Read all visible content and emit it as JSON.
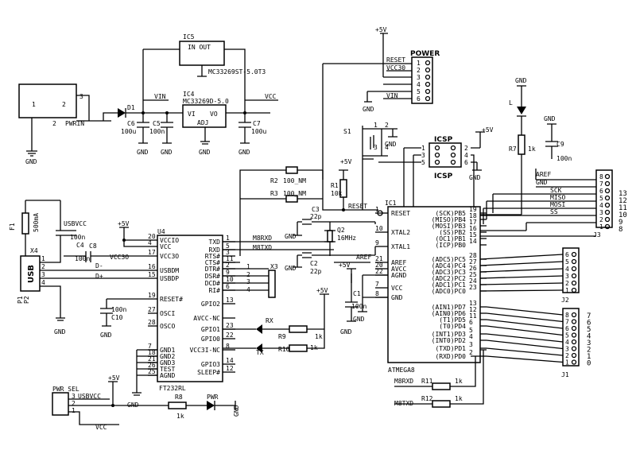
{
  "power_section": {
    "ic5": {
      "ref": "IC5",
      "pins": "IN OUT",
      "part": "MC33269ST-5.0T3"
    },
    "ic4": {
      "ref": "IC4",
      "part": "MC33269D-5.0",
      "vi": "VI",
      "vo": "VO",
      "adj": "ADJ"
    },
    "vin_label": "VIN",
    "vcc_label": "VCC",
    "d1": "D1",
    "pwrin": "PWRIN",
    "c6": {
      "ref": "C6",
      "value": "100u"
    },
    "c5": {
      "ref": "C5",
      "value": "100n"
    },
    "c7": {
      "ref": "C7",
      "value": "100u"
    },
    "jack_pins": [
      "1",
      "2",
      "3"
    ]
  },
  "power_header": {
    "title": "POWER",
    "labels": [
      "RESET",
      "VCC30",
      "",
      "",
      "",
      "VIN"
    ],
    "pins": [
      "1",
      "2",
      "3",
      "4",
      "5",
      "6"
    ],
    "supply": "+5V"
  },
  "ic1": {
    "ref": "IC1",
    "part": "ATMEGA8",
    "left_pins": [
      {
        "num": "1",
        "name": "RESET"
      },
      {
        "num": "10",
        "name": "XTAL2"
      },
      {
        "num": "9",
        "name": "XTAL1"
      },
      {
        "num": "21",
        "name": "AREF"
      },
      {
        "num": "20",
        "name": "AVCC"
      },
      {
        "num": "22",
        "name": "AGND"
      },
      {
        "num": "7",
        "name": "VCC"
      },
      {
        "num": "8",
        "name": "GND"
      }
    ],
    "right_pins": [
      {
        "num": "19",
        "name": "(SCK)PB5"
      },
      {
        "num": "18",
        "name": "(MISO)PB4"
      },
      {
        "num": "17",
        "name": "(MOSI)PB3"
      },
      {
        "num": "16",
        "name": "(SS)PB2"
      },
      {
        "num": "15",
        "name": "(OC1)PB1"
      },
      {
        "num": "14",
        "name": "(ICP)PB0"
      },
      {
        "num": "28",
        "name": "(ADC5)PC5"
      },
      {
        "num": "27",
        "name": "(ADC4)PC4"
      },
      {
        "num": "26",
        "name": "(ADC3)PC3"
      },
      {
        "num": "25",
        "name": "(ADC2)PC2"
      },
      {
        "num": "24",
        "name": "(ADC1)PC1"
      },
      {
        "num": "23",
        "name": "(ADC0)PC0"
      },
      {
        "num": "13",
        "name": "(AIN1)PD7"
      },
      {
        "num": "12",
        "name": "(AIN0)PD6"
      },
      {
        "num": "11",
        "name": "(T1)PD5"
      },
      {
        "num": "6",
        "name": "(T0)PD4"
      },
      {
        "num": "5",
        "name": "(INT1)PD3"
      },
      {
        "num": "4",
        "name": "(INT0)PD2"
      },
      {
        "num": "3",
        "name": "(TXD)PD1"
      },
      {
        "num": "2",
        "name": "(RXD)PD0"
      }
    ]
  },
  "u4": {
    "ref": "U4",
    "part": "FT232RL",
    "left_pins": [
      {
        "num": "20",
        "name": "VCCIO"
      },
      {
        "num": "4",
        "name": "VCC"
      },
      {
        "num": "17",
        "name": "VCC3O"
      },
      {
        "num": "16",
        "name": "USBDM"
      },
      {
        "num": "15",
        "name": "USBDP"
      },
      {
        "num": "19",
        "name": "RESET#"
      },
      {
        "num": "27",
        "name": "OSCI"
      },
      {
        "num": "28",
        "name": "OSCO"
      },
      {
        "num": "7",
        "name": "GND1"
      },
      {
        "num": "18",
        "name": "GND2"
      },
      {
        "num": "21",
        "name": "GND3"
      },
      {
        "num": "26",
        "name": "TEST"
      },
      {
        "num": "25",
        "name": "AGND"
      }
    ],
    "right_pins": [
      {
        "num": "1",
        "name": "TXD"
      },
      {
        "num": "5",
        "name": "RXD"
      },
      {
        "num": "3",
        "name": "RTS#"
      },
      {
        "num": "11",
        "name": "CTS#"
      },
      {
        "num": "2",
        "name": "DTR#"
      },
      {
        "num": "9",
        "name": "DSR#"
      },
      {
        "num": "10",
        "name": "DCD#"
      },
      {
        "num": "6",
        "name": "RI#"
      },
      {
        "num": "13",
        "name": "GPIO2"
      },
      {
        "num": "",
        "name": "AVCC-NC"
      },
      {
        "num": "23",
        "name": "GPIO1"
      },
      {
        "num": "22",
        "name": "GPIO0"
      },
      {
        "num": "8",
        "name": "VCC3I-NC"
      },
      {
        "num": "14",
        "name": "GPIO3"
      },
      {
        "num": "12",
        "name": "SLEEP#"
      }
    ]
  },
  "icsp": {
    "ref": "ICSP",
    "left": [
      "1",
      "3",
      "5"
    ],
    "right": [
      "2",
      "4",
      "6"
    ]
  },
  "j3": {
    "ref": "J3",
    "pins": [
      "8",
      "7",
      "6",
      "5",
      "4",
      "3",
      "2",
      "1"
    ],
    "numbers": [
      "13",
      "12",
      "11",
      "10",
      "9",
      "8"
    ],
    "signals": [
      "AREF",
      "GND",
      "SCK",
      "MISO",
      "MOSI",
      "SS"
    ]
  },
  "j2": {
    "ref": "J2",
    "pins": [
      "6",
      "5",
      "4",
      "3",
      "2",
      "1"
    ]
  },
  "j1": {
    "ref": "J1",
    "pins": [
      "8",
      "7",
      "6",
      "5",
      "4",
      "3",
      "2",
      "1"
    ],
    "numbers": [
      "7",
      "6",
      "5",
      "4",
      "3",
      "2",
      "1",
      "0"
    ]
  },
  "usb": {
    "ref": "X4",
    "label": "USB",
    "pins": [
      "1",
      "2",
      "3",
      "4"
    ],
    "p": [
      "P1",
      "P2"
    ],
    "dm": "D-",
    "dp": "D+",
    "usbvcc": "USBVCC",
    "f1": {
      "ref": "F1",
      "value": "500mA"
    },
    "c4": {
      "ref": "C4",
      "value": "100n"
    },
    "c8": {
      "ref": "C8",
      "value": "100n",
      "net": "VCC3O"
    },
    "c10": {
      "ref": "C10",
      "value": "100n"
    }
  },
  "x3": {
    "ref": "X3",
    "pins": [
      "1",
      "2",
      "3",
      "4"
    ]
  },
  "misc": {
    "r1": {
      "ref": "R1",
      "value": "10k"
    },
    "r2": {
      "ref": "R2",
      "value": "100_NM"
    },
    "r3": {
      "ref": "R3",
      "value": "100_NM"
    },
    "r8": {
      "ref": "R8",
      "value": "1k"
    },
    "r9": {
      "ref": "R9",
      "value": "1k"
    },
    "r10": {
      "ref": "R10",
      "value": "1k"
    },
    "r11": {
      "ref": "R11",
      "value": "1k"
    },
    "r12": {
      "ref": "R12",
      "value": "1k"
    },
    "r7": {
      "ref": "R7",
      "value": "1k"
    },
    "c1": {
      "ref": "C1",
      "value": "100n"
    },
    "c2": {
      "ref": "C2",
      "value": "22p"
    },
    "c3": {
      "ref": "C3",
      "value": "22p"
    },
    "c9": {
      "ref": "C9",
      "value": "100n"
    },
    "q2": {
      "ref": "Q2",
      "value": "16MHz"
    },
    "s1": "S1",
    "l": "L",
    "rx": "RX",
    "tx": "TX",
    "pwr": "PWR",
    "pwr_sel": "PWR_SEL",
    "m8rxd": "M8RXD",
    "m8txd": "M8TXD",
    "reset": "RESET",
    "aref": "AREF",
    "usbvcc": "USBVCC",
    "vcc": "VCC",
    "gnd": "GND",
    "plus5v": "+5V",
    "pwrsel_pins": [
      "3",
      "2",
      "1"
    ]
  }
}
